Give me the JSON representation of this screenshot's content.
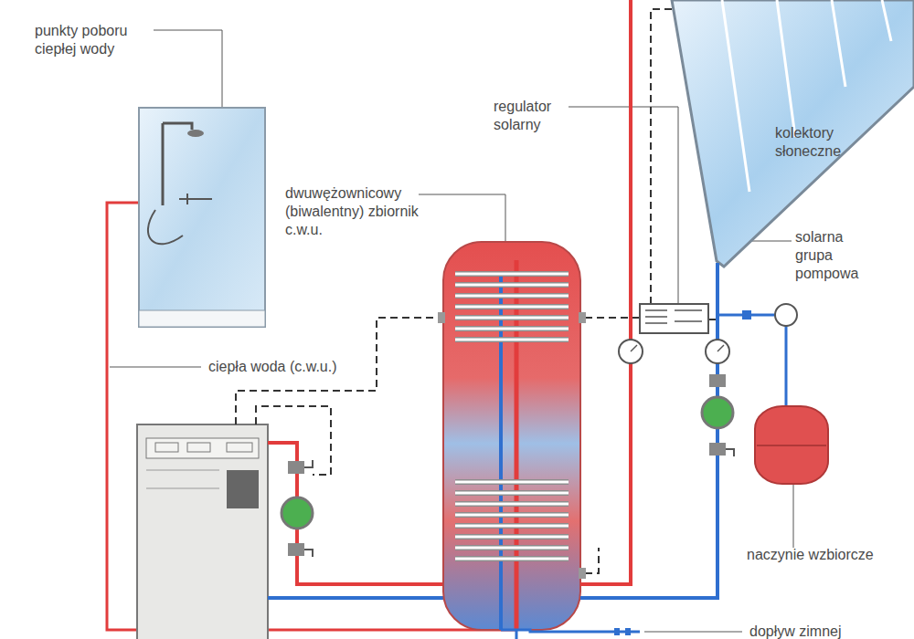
{
  "diagram": {
    "labels": [
      "punkty poboru ciepłej wody",
      "regulator solarny",
      "kolektory słoneczne",
      "dwuwężownicowy (biwalentny) zbiornik c.w.u.",
      "solarna grupa pompowa",
      "ciepła woda (c.w.u.)",
      "naczynie wzbiorcze",
      "dopływ zimnej"
    ]
  }
}
